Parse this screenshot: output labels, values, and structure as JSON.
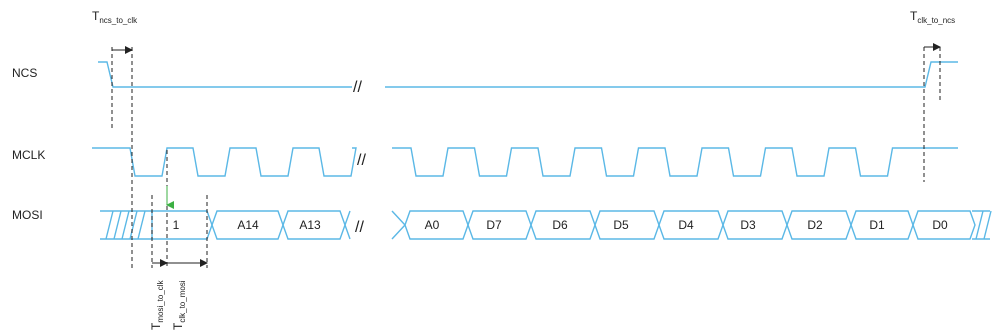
{
  "signals": {
    "ncs": "NCS",
    "mclk": "MCLK",
    "mosi": "MOSI"
  },
  "timing": {
    "t_ncs_to_clk": {
      "main": "T",
      "sub": "ncs_to_clk"
    },
    "t_clk_to_ncs": {
      "main": "T",
      "sub": "clk_to_ncs"
    },
    "t_mosi_to_clk": {
      "main": "T",
      "sub": "mosi_to_clk"
    },
    "t_clk_to_mosi": {
      "main": "T",
      "sub": "clk_to_mosi"
    }
  },
  "mosi_bits": {
    "first": "1",
    "a14": "A14",
    "a13": "A13",
    "a0": "A0",
    "d7": "D7",
    "d6": "D6",
    "d5": "D5",
    "d4": "D4",
    "d3": "D3",
    "d2": "D2",
    "d1": "D1",
    "d0": "D0"
  },
  "break_marks": {
    "ncs": "//",
    "mclk": "//",
    "mosi": "//"
  },
  "colors": {
    "signal": "#5bb8e6",
    "text": "#222222",
    "sample_marker": "#3cb043"
  }
}
